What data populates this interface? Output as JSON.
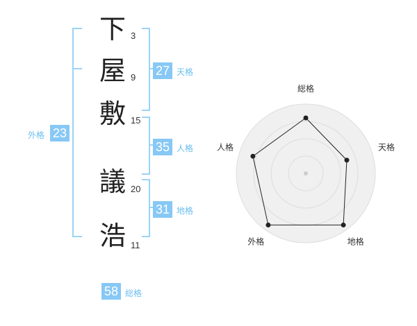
{
  "name": {
    "chars": [
      "下",
      "屋",
      "敷",
      "議",
      "浩"
    ],
    "strokes": [
      "3",
      "9",
      "15",
      "20",
      "11"
    ]
  },
  "fortune": {
    "tenkaku": {
      "value": "27",
      "label": "天格"
    },
    "jinkaku": {
      "value": "35",
      "label": "人格"
    },
    "chikaku": {
      "value": "31",
      "label": "地格"
    },
    "gaikaku": {
      "value": "23",
      "label": "外格"
    },
    "soukaku": {
      "value": "58",
      "label": "総格"
    }
  },
  "chart_data": {
    "type": "radar",
    "axes": [
      "総格",
      "天格",
      "地格",
      "外格",
      "人格"
    ],
    "values": [
      0.8,
      0.62,
      0.92,
      0.92,
      0.8
    ],
    "max": 1,
    "rings": 4
  }
}
